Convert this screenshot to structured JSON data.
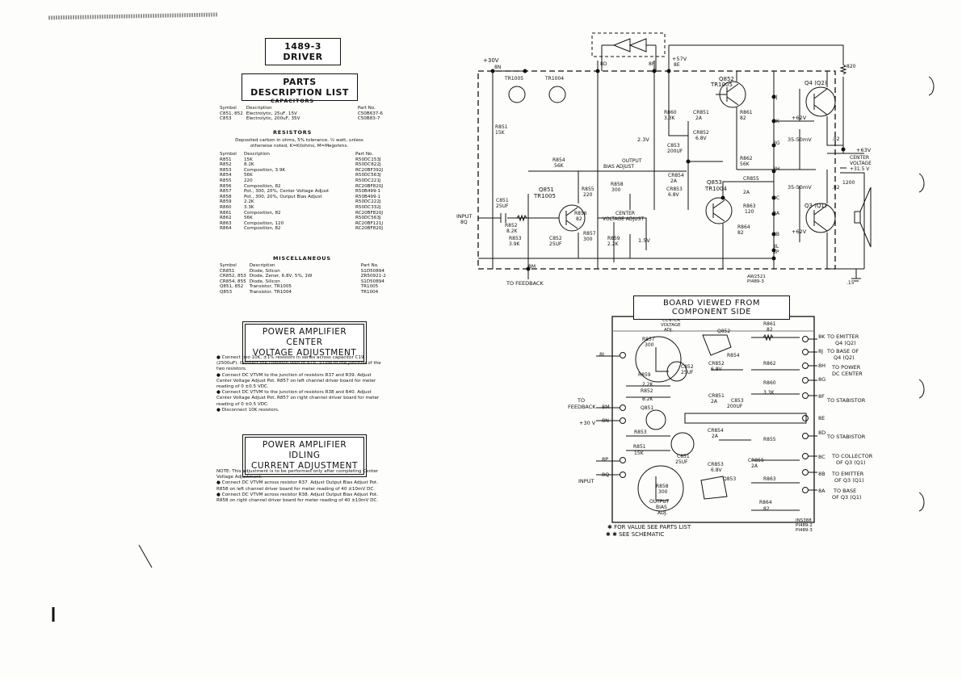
{
  "left_page": {
    "doc_title": "1489-3 DRIVER",
    "parts_title": "PARTS DESCRIPTION LIST",
    "capacitors": {
      "heading": "CAPACITORS",
      "headers": [
        "Symbol",
        "Description",
        "Part No."
      ],
      "rows": [
        [
          "C851, 852",
          "Electrolytic, 25uF, 15V",
          "C50B637-6"
        ],
        [
          "C853",
          "Electrolytic, 200uF, 35V",
          "C50B83-7"
        ]
      ]
    },
    "resistors": {
      "heading": "RESISTORS",
      "note": "Deposited carbon in ohms, 5% tolerance, ½ watt, unless otherwise noted, K=Kilohms, M=Megohms.",
      "headers": [
        "Symbol",
        "Description",
        "Part No."
      ],
      "rows": [
        [
          "R851",
          "15K",
          "R50DC153J"
        ],
        [
          "R852",
          "8.2K",
          "R50DC822J"
        ],
        [
          "R853",
          "Composition, 3.9K",
          "RC20BF392J"
        ],
        [
          "R854",
          "56K",
          "R50DC563J"
        ],
        [
          "R855",
          "220",
          "R50DC221J"
        ],
        [
          "R856",
          "Composition, 82",
          "RC20BF820J"
        ],
        [
          "R857",
          "Pot., 300, 20%, Center Voltage Adjust",
          "R50B499-1"
        ],
        [
          "R858",
          "Pot., 300, 20%, Output Bias Adjust",
          "R50B499-1"
        ],
        [
          "R859",
          "2.2K",
          "R50DC222J"
        ],
        [
          "R860",
          "3.3K",
          "R50DC332J"
        ],
        [
          "R861",
          "Composition, 82",
          "RC20BF820J"
        ],
        [
          "R862",
          "56K",
          "R50DC563J"
        ],
        [
          "R863",
          "Composition, 120",
          "RC20BF121J"
        ],
        [
          "R864",
          "Composition, 82",
          "RC20BF820J"
        ]
      ]
    },
    "misc": {
      "heading": "MISCELLANEOUS",
      "headers": [
        "Symbol",
        "Description",
        "Part No."
      ],
      "rows": [
        [
          "CR851",
          "Diode, Silicon",
          "S1D50894"
        ],
        [
          "CR852, 853",
          "Diode, Zener, 6.8V, 5%, 1W",
          "ZR50921-2"
        ],
        [
          "CR854, 855",
          "Diode, Silicon",
          "S1D50894"
        ],
        [
          "Q851, 852",
          "Transistor, TR1005",
          "TR1005"
        ],
        [
          "Q853",
          "Transistor, TR1004",
          "TR1004"
        ]
      ]
    },
    "center_adj_title_1": "POWER AMPLIFIER CENTER",
    "center_adj_title_2": "VOLTAGE ADJUSTMENT",
    "center_adj_steps": [
      "● Connect two 10K, ±1% resistors in series across capacitor C19 (2500uF). Connect the common lead of a DC VTVM to the junction of the two resistors.",
      "● Connect DC VTVM to the junction of resistors R37 and R39. Adjust Center Voltage Adjust Pot. R857 on left channel driver board for meter reading of 0 ±0.5 VDC.",
      "● Connect DC VTVM to the junction of resistors R38 and R40. Adjust Center Voltage Adjust Pot. R857 on right channel driver board for meter reading of 0 ±0.5 VDC.",
      "● Disconnect 10K resistors."
    ],
    "idle_title_1": "POWER AMPLIFIER IDLING",
    "idle_title_2": "CURRENT ADJUSTMENT",
    "idle_steps": [
      "NOTE: This adjustment is to be performed only after completing Center Voltage Adjustment.",
      "● Connect DC VTVM across resistor R37. Adjust Output Bias Adjust Pot. R858 on left channel driver board for meter reading of 40 ±10mV DC.",
      "● Connect DC VTVM across resistor R38. Adjust Output Bias Adjust Pot. R858 on right channel driver board for meter reading of 40 ±10mV DC."
    ]
  },
  "schematic": {
    "labels": {
      "plus30v": "+30V",
      "n8n": "8N",
      "n8d": "8D",
      "n8f": "8F",
      "plus57v": "+57V",
      "n8e": "8E",
      "r820": "820",
      "tr1005": "TR1005",
      "tr1004": "TR1004",
      "q852": "Q852",
      "q852t": "TR1005",
      "q4": "Q4 (Q2)",
      "r860": "R860",
      "r860v": "3.3K",
      "cr851": "CR851",
      "cr851v": "2A",
      "r861": "R861",
      "r861v": "82",
      "n8j": "8J",
      "n8k": "8K",
      "plus62v": "+62V",
      "r851": "R851",
      "r851v": "15K",
      "cr852": "CR852",
      "cr852v": "6.8V",
      "v23": "2.3V",
      "c853": "C853",
      "c853v": "200UF",
      "n8g": "8G",
      "mv3550a": "35-50mV",
      "r82a": ".82",
      "plus63v": "+63V",
      "r862": "R862",
      "r862v": "56K",
      "n8h": "8H",
      "r854": "R854",
      "r854v": "56K",
      "outbias1": "OUTPUT",
      "outbias2": "BIAS ADJUST",
      "cr854": "CR854",
      "cr854v": "2A",
      "q853": "Q853",
      "q853t": "TR1004",
      "cr855": "CR855",
      "cr855v": "2A",
      "cv1": "CENTER",
      "cv2": "VOLTAGE",
      "cv3": "+31.5 V",
      "c1200": "1200",
      "r858": "R858",
      "r858v": "300",
      "q851": "Q851",
      "q851t": "TR1005",
      "r855": "R855",
      "r855v": "220",
      "cr853": "CR853",
      "cr853v": "6.8V",
      "mv3550b": "35-50mV",
      "r82b": ".82",
      "n8c": "8C",
      "c851": "C851",
      "c851v": "25UF",
      "input": "INPUT",
      "n8q": "8Q",
      "r852": "R852",
      "r852v": "8.2K",
      "r856": "R856",
      "r856v": "82",
      "centadj1": "CENTER",
      "centadj2": "VOLTAGE ADJUST",
      "r863": "R863",
      "r863v": "120",
      "n8a": "8A",
      "q3": "Q3 (Q1)",
      "r857": "R857",
      "r857v": "300",
      "r853": "R853",
      "r853v": "3.9K",
      "c852": "C852",
      "c852v": "25UF",
      "r859": "R859",
      "r859v": "2.2K",
      "v15": "1.5V",
      "r864": "R864",
      "r864v": "82",
      "n8b": "8B",
      "plus62vb": "+62V",
      "n8l": "8L",
      "n8p": "8P",
      "n8m": "8M",
      "feedback": "TO FEEDBACK",
      "aw": "AW2521",
      "pi": "PI489-3",
      "r15": ".15"
    }
  },
  "board": {
    "title": "BOARD VIEWED FROM COMPONENT SIDE",
    "labels": {
      "cva1": "CENTER",
      "cva2": "VOLTAGE",
      "cva3": "ADJ.",
      "r857": "R857",
      "r857v": "300",
      "q852": "Q852",
      "r861": "R861",
      "r861v": "82",
      "n8l": "8L",
      "r854": "R854",
      "c852": "C852",
      "c852v": "25UF",
      "cr852": "CR852",
      "cr852v": "6.8V",
      "r862": "R862",
      "r859": "R859",
      "r859v": "2.2K",
      "r860": "R860",
      "r860v": "3.3K",
      "r852": "R852",
      "r852v": "8.2K",
      "cr851": "CR851",
      "cr851v": "2A",
      "c853": "C853",
      "c853v": "200UF",
      "to": "TO",
      "feedback": "FEEDBACK",
      "n8m": "8M",
      "q851": "Q851",
      "plus30v": "+30 V",
      "n8n": "8N",
      "r853": "R853",
      "cr854": "CR854",
      "cr854v": "2A",
      "r851": "R851",
      "r851v": "15K",
      "c851": "C851",
      "c851v": "25UF",
      "cr853": "CR853",
      "cr853v": "6.8V",
      "r855": "R855",
      "cr855": "CR855",
      "cr855v": "2A",
      "n8p": "8P",
      "input": "INPUT",
      "n8q": "8Q",
      "q853": "Q853",
      "r863": "R863",
      "r858": "R858",
      "r858v": "300",
      "output1": "OUTPUT",
      "output2": "BIAS",
      "output3": "ADJ.",
      "r864": "R864",
      "r864v": "82",
      "n8k": "8K",
      "to_em_q4a": "TO EMITTER",
      "to_em_q4b": "Q4 (Q2)",
      "n8j": "8J",
      "to_base_q4a": "TO BASE OF",
      "to_base_q4b": "Q4 (Q2)",
      "n8h": "8H",
      "to_pdc1": "TO POWER",
      "to_pdc2": "DC CENTER",
      "n8g": "8G",
      "n8f": "8F",
      "to_stab1": "TO STABISTOR",
      "n8e": "8E",
      "n8d": "8D",
      "to_stab2": "TO STABISTOR",
      "n8c": "8C",
      "to_col1": "TO COLLECTOR",
      "to_col2": "OF Q3 (Q1)",
      "n8b": "8B",
      "to_em_q3a": "TO EMITTER",
      "to_em_q3b": "OF Q3 (Q1)",
      "n8a": "8A",
      "to_base_q3a": "TO BASE",
      "to_base_q3b": "OF Q3 (Q1)",
      "ins": "INS388",
      "pi2": "PI489-2",
      "pi3": "PI489-3",
      "foot1": "✱ FOR VALUE SEE PARTS LIST",
      "foot2": "✱ ✱ SEE SCHEMATIC"
    }
  }
}
